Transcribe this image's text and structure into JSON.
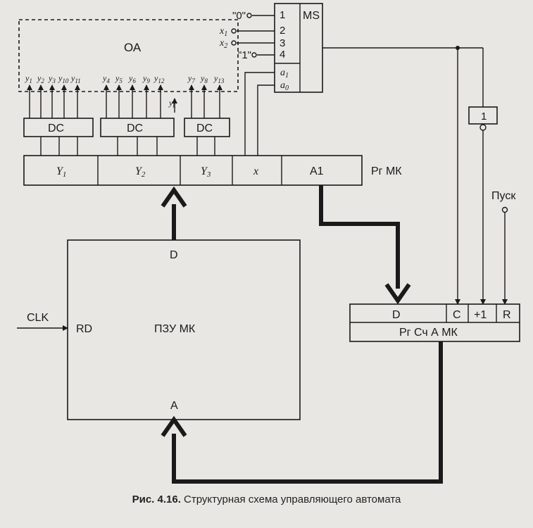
{
  "mux": {
    "title": "MS",
    "inputs": [
      "\"0\"",
      "x1",
      "x2",
      "\"1\""
    ],
    "input_numbers": [
      "1",
      "2",
      "3",
      "4"
    ],
    "address_inputs": [
      "a1",
      "a0"
    ]
  },
  "oa": {
    "title": "ОА",
    "outputs_group1": [
      "y1",
      "y2",
      "y3",
      "y10",
      "y11"
    ],
    "outputs_group2": [
      "y4",
      "y5",
      "y6",
      "y9",
      "y12"
    ],
    "outputs_group3": [
      "y7",
      "y8",
      "y13"
    ],
    "yk": "yk"
  },
  "decoders": [
    "DC",
    "DC",
    "DC"
  ],
  "rg_mk": {
    "fields": [
      "Y1",
      "Y2",
      "Y3",
      "x",
      "A1"
    ],
    "label": "Рг МК"
  },
  "inverter": {
    "label": "1"
  },
  "rom": {
    "title": "ПЗУ МК",
    "data_port": "D",
    "read_port": "RD",
    "addr_port": "A",
    "clock": "CLK"
  },
  "counter": {
    "cells": [
      "D",
      "C",
      "+1",
      "R"
    ],
    "label": "Рг Сч А МК"
  },
  "start": {
    "label": "Пуск"
  },
  "caption": {
    "prefix": "Рис. 4.16.",
    "text": "Структурная схема управляющего автомата"
  }
}
